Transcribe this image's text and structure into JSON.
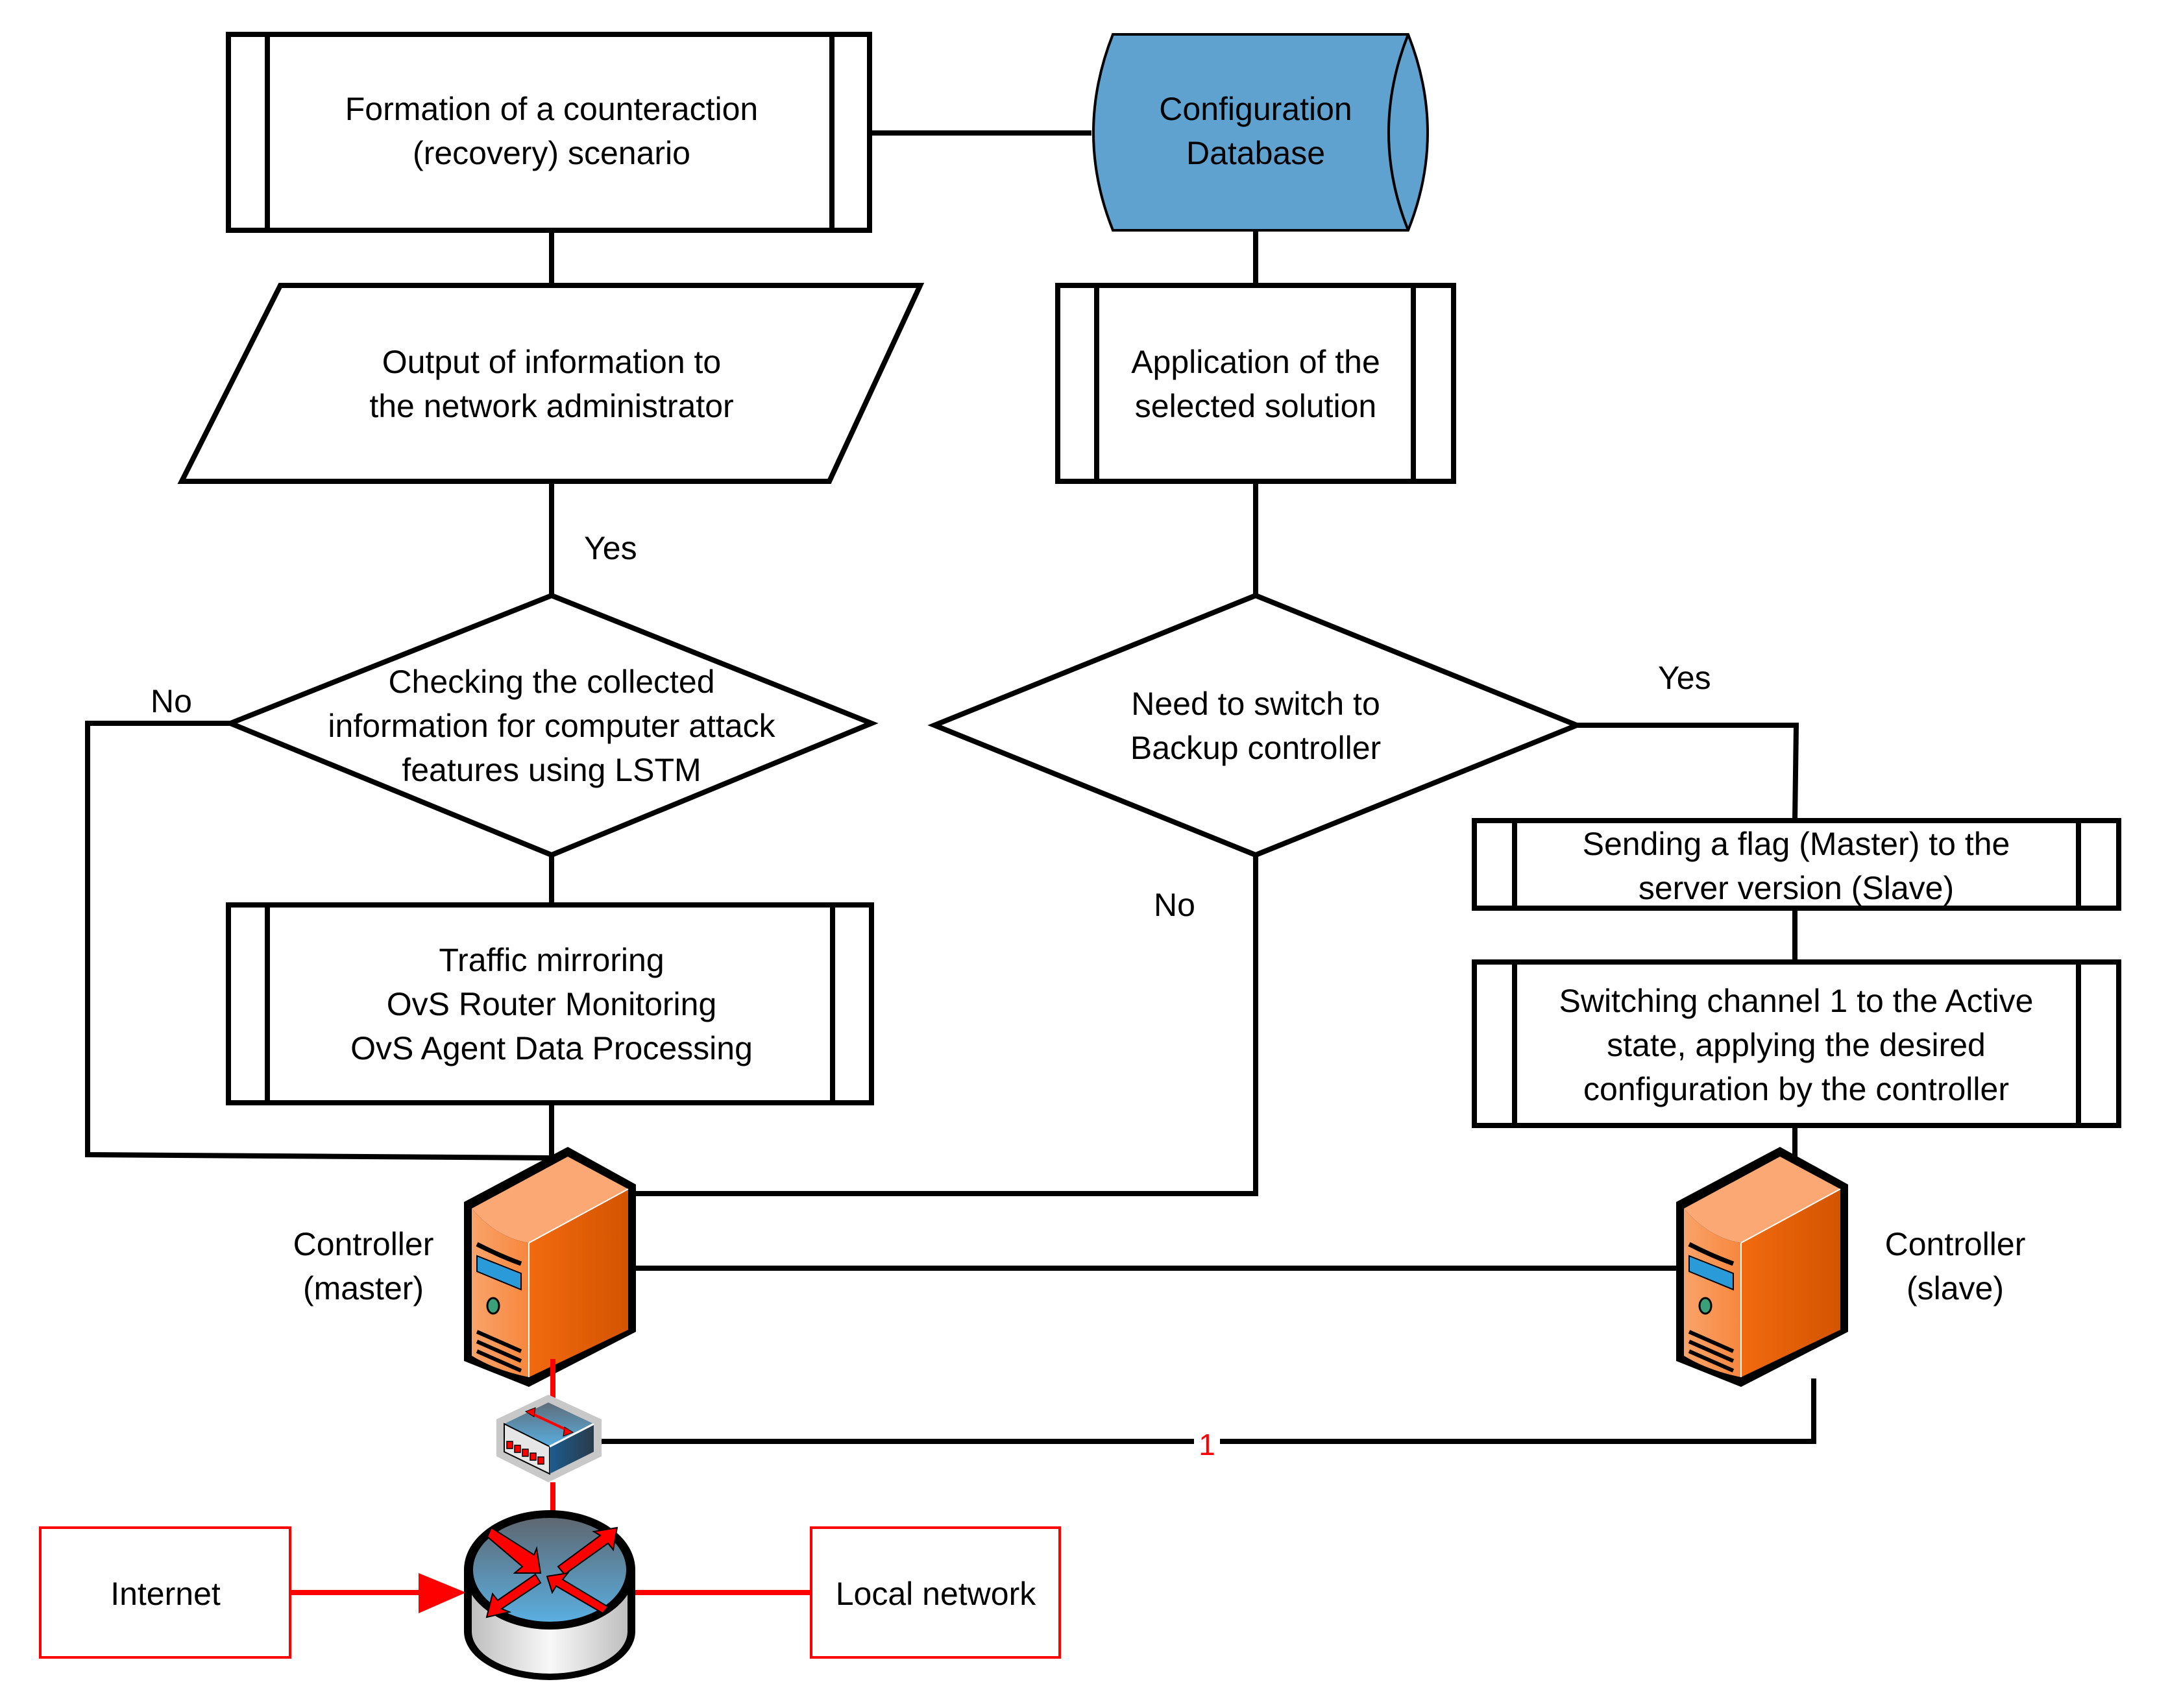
{
  "diagram": {
    "nodes": {
      "formation": {
        "lines": [
          "Formation of a counteraction",
          "(recovery) scenario"
        ],
        "shape": "predefined-process"
      },
      "config_db": {
        "lines": [
          "Configuration",
          "Database"
        ],
        "shape": "database-cylinder",
        "fill": "#5fa2cf"
      },
      "output_admin": {
        "lines": [
          "Output of information to",
          "the network administrator"
        ],
        "shape": "parallelogram"
      },
      "application": {
        "lines": [
          "Application of the",
          "selected solution"
        ],
        "shape": "predefined-process"
      },
      "check_lstm": {
        "lines": [
          "Checking the collected",
          "information for computer attack",
          "features using LSTM"
        ],
        "shape": "decision"
      },
      "need_switch": {
        "lines": [
          "Need to switch to",
          "Backup controller"
        ],
        "shape": "decision"
      },
      "traffic": {
        "lines": [
          "Traffic mirroring",
          "OvS Router Monitoring",
          "OvS Agent Data Processing"
        ],
        "shape": "predefined-process"
      },
      "sending_flag": {
        "lines": [
          "Sending a flag (Master) to the",
          "server version (Slave)"
        ],
        "shape": "predefined-process"
      },
      "switching_channel": {
        "lines": [
          "Switching channel 1 to the Active",
          "state, applying the desired",
          "configuration by the controller"
        ],
        "shape": "predefined-process"
      },
      "controller_master": {
        "lines": [
          "Controller",
          "(master)"
        ],
        "icon": "server-icon"
      },
      "controller_slave": {
        "lines": [
          "Controller",
          "(slave)"
        ],
        "icon": "server-icon"
      },
      "switch": {
        "icon": "switch-icon"
      },
      "router": {
        "icon": "router-icon"
      },
      "internet": {
        "label": "Internet"
      },
      "local_network": {
        "label": "Local network"
      }
    },
    "edge_labels": {
      "check_yes": "Yes",
      "check_no": "No",
      "switch_yes": "Yes",
      "switch_no": "No",
      "channel": "1"
    },
    "colors": {
      "database_fill": "#5fa2cf",
      "network_line": "#ff0000",
      "flow_line": "#000000",
      "server_orange": "#f47a2a"
    }
  }
}
